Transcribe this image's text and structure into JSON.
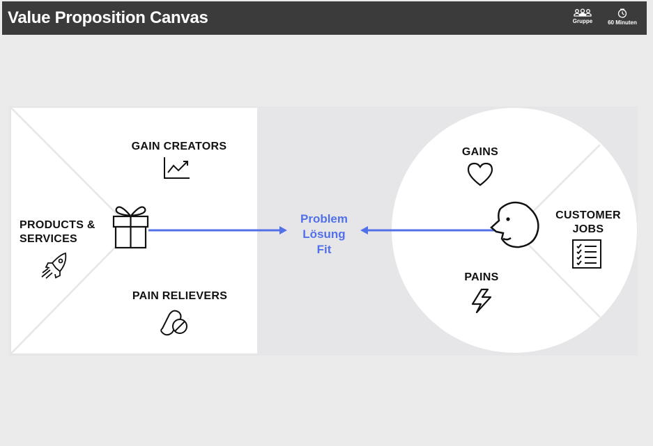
{
  "header": {
    "title": "Value Proposition Canvas",
    "group_label": "Gruppe",
    "time_label": "60 Minuten"
  },
  "value_map": {
    "gain_creators": "GAIN CREATORS",
    "products_services_line1": "PRODUCTS &",
    "products_services_line2": "SERVICES",
    "pain_relievers": "PAIN RELIEVERS"
  },
  "customer_profile": {
    "gains": "GAINS",
    "pains": "PAINS",
    "customer_jobs_line1": "CUSTOMER",
    "customer_jobs_line2": "JOBS"
  },
  "fit": {
    "line1": "Problem",
    "line2": "Lösung",
    "line3": "Fit"
  },
  "colors": {
    "header_bg": "#3b3b3b",
    "accent": "#5270e8"
  },
  "icons": [
    "group-icon",
    "timer-icon",
    "trending-chart-icon",
    "gift-icon",
    "rocket-icon",
    "pills-icon",
    "heart-icon",
    "lightning-icon",
    "face-icon",
    "checklist-icon"
  ]
}
